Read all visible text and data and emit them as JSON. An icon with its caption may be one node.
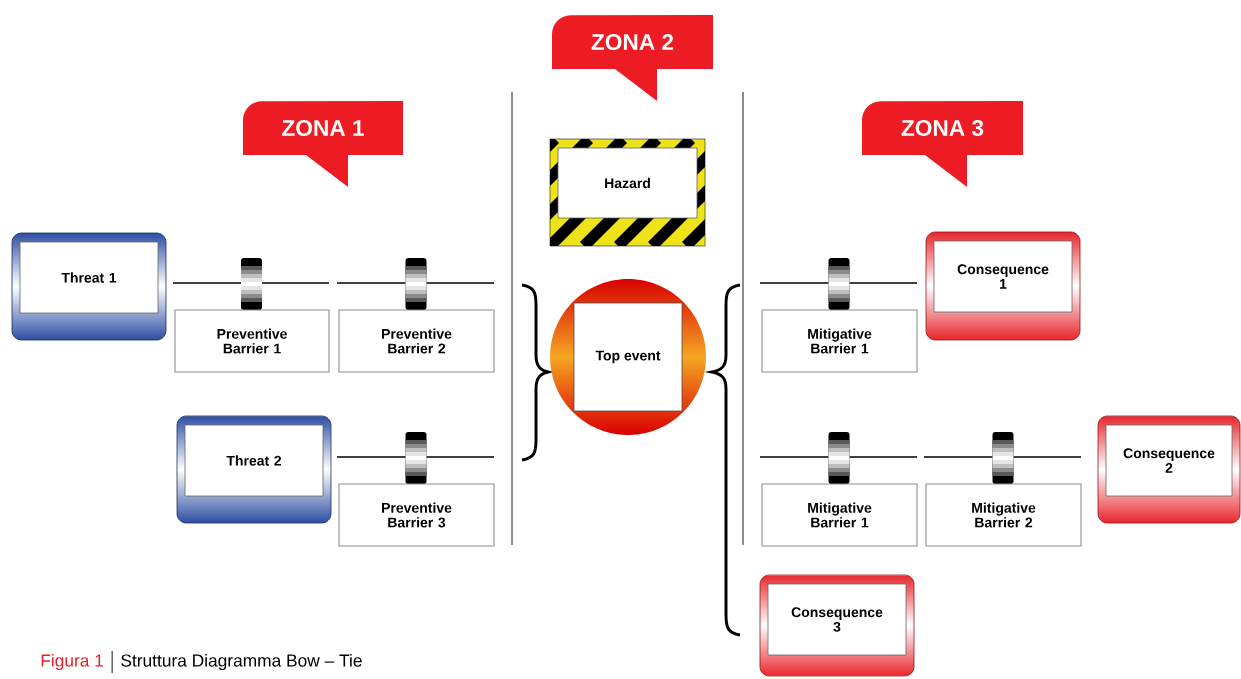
{
  "diagram": {
    "caption": "Struttura Diagramma Bow – Tie",
    "nodes": [
      {
        "text": [
          "ZONA 1"
        ]
      },
      {
        "text": [
          "ZONA 2"
        ]
      },
      {
        "text": [
          "ZONA 3"
        ]
      },
      {
        "text": [
          "Threat 1"
        ]
      },
      {
        "text": [
          "Preventive Barrier 1"
        ]
      },
      {
        "text": [
          "Preventive Barrier 2"
        ]
      },
      {
        "text": [
          "Threat 2"
        ]
      },
      {
        "text": [
          "Preventive Barrier 3"
        ]
      },
      {
        "text": [
          "Hazard"
        ]
      },
      {
        "text": [
          "Top event"
        ]
      },
      {
        "text": [
          "Mitigative Barrier 1"
        ]
      },
      {
        "text": [
          "Consequence 1"
        ]
      },
      {
        "text": [
          "Mitigative Barrier 1"
        ]
      },
      {
        "text": [
          "Mitigative Barrier 2"
        ]
      },
      {
        "text": [
          "Consequence 2"
        ]
      },
      {
        "text": [
          "Consequence 3"
        ]
      }
    ],
    "labels": [
      "Figura 1"
    ]
  }
}
